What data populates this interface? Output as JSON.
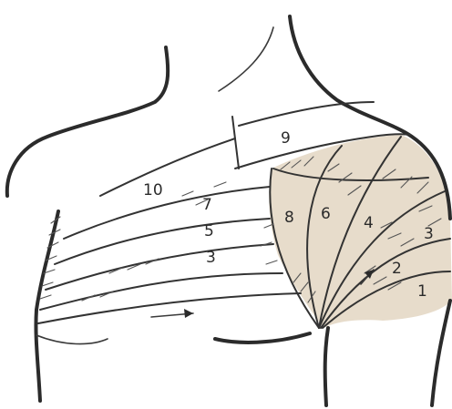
{
  "diagram": {
    "labels": {
      "l1": "1",
      "l2": "2",
      "l3a": "3",
      "l3b": "3",
      "l4": "4",
      "l5": "5",
      "l6": "6",
      "l7": "7",
      "l8": "8",
      "l9": "9",
      "l10": "10"
    },
    "colors": {
      "bandage_shade": "#e7dccb",
      "line": "#2b2b2b",
      "background": "#ffffff"
    }
  }
}
